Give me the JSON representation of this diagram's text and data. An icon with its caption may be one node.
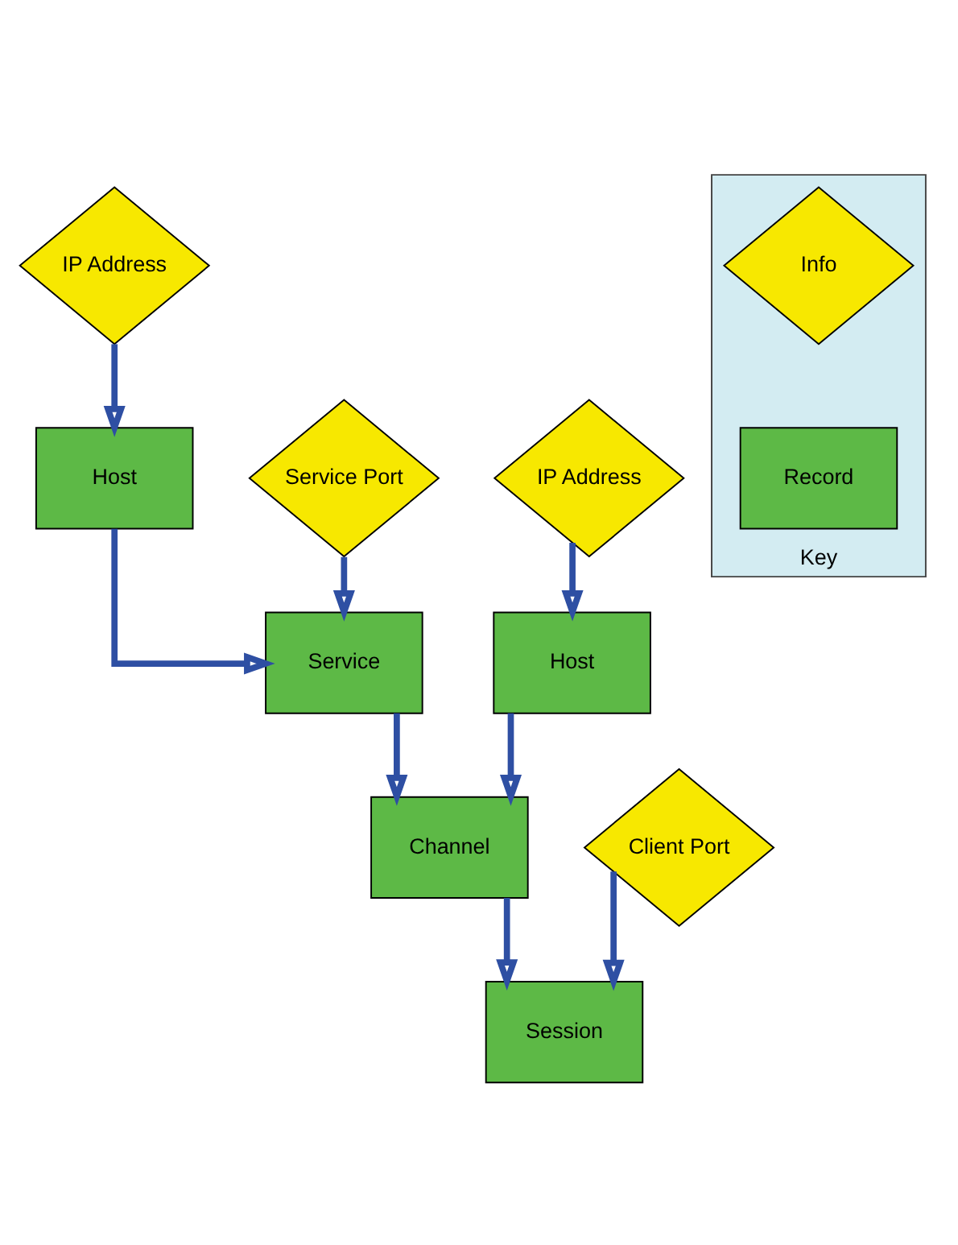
{
  "diagram": {
    "nodes": [
      {
        "text": [
          "IP Address"
        ]
      },
      {
        "text": [
          "Host"
        ]
      },
      {
        "text": [
          "Service Port"
        ]
      },
      {
        "text": [
          "IP Address"
        ]
      },
      {
        "text": [
          "Service"
        ]
      },
      {
        "text": [
          "Host"
        ]
      },
      {
        "text": [
          "Channel"
        ]
      },
      {
        "text": [
          "Client Port"
        ]
      },
      {
        "text": [
          "Session"
        ]
      },
      {
        "text": [
          "Key"
        ]
      },
      {
        "text": [
          "Info"
        ],
        "in": 9
      },
      {
        "text": [
          "Record"
        ],
        "in": 9
      }
    ],
    "edges": [
      {
        "from": 0,
        "to": 1,
        "arrow": "to"
      },
      {
        "from": 1,
        "to": 4,
        "arrow": "to"
      },
      {
        "from": 2,
        "to": 4,
        "arrow": "to"
      },
      {
        "from": 3,
        "to": 5,
        "arrow": "to"
      },
      {
        "from": 4,
        "to": 6,
        "arrow": "to"
      },
      {
        "from": 5,
        "to": 6,
        "arrow": "to"
      },
      {
        "from": 6,
        "to": 8,
        "arrow": "to"
      },
      {
        "from": 7,
        "to": 8,
        "arrow": "to"
      }
    ]
  }
}
